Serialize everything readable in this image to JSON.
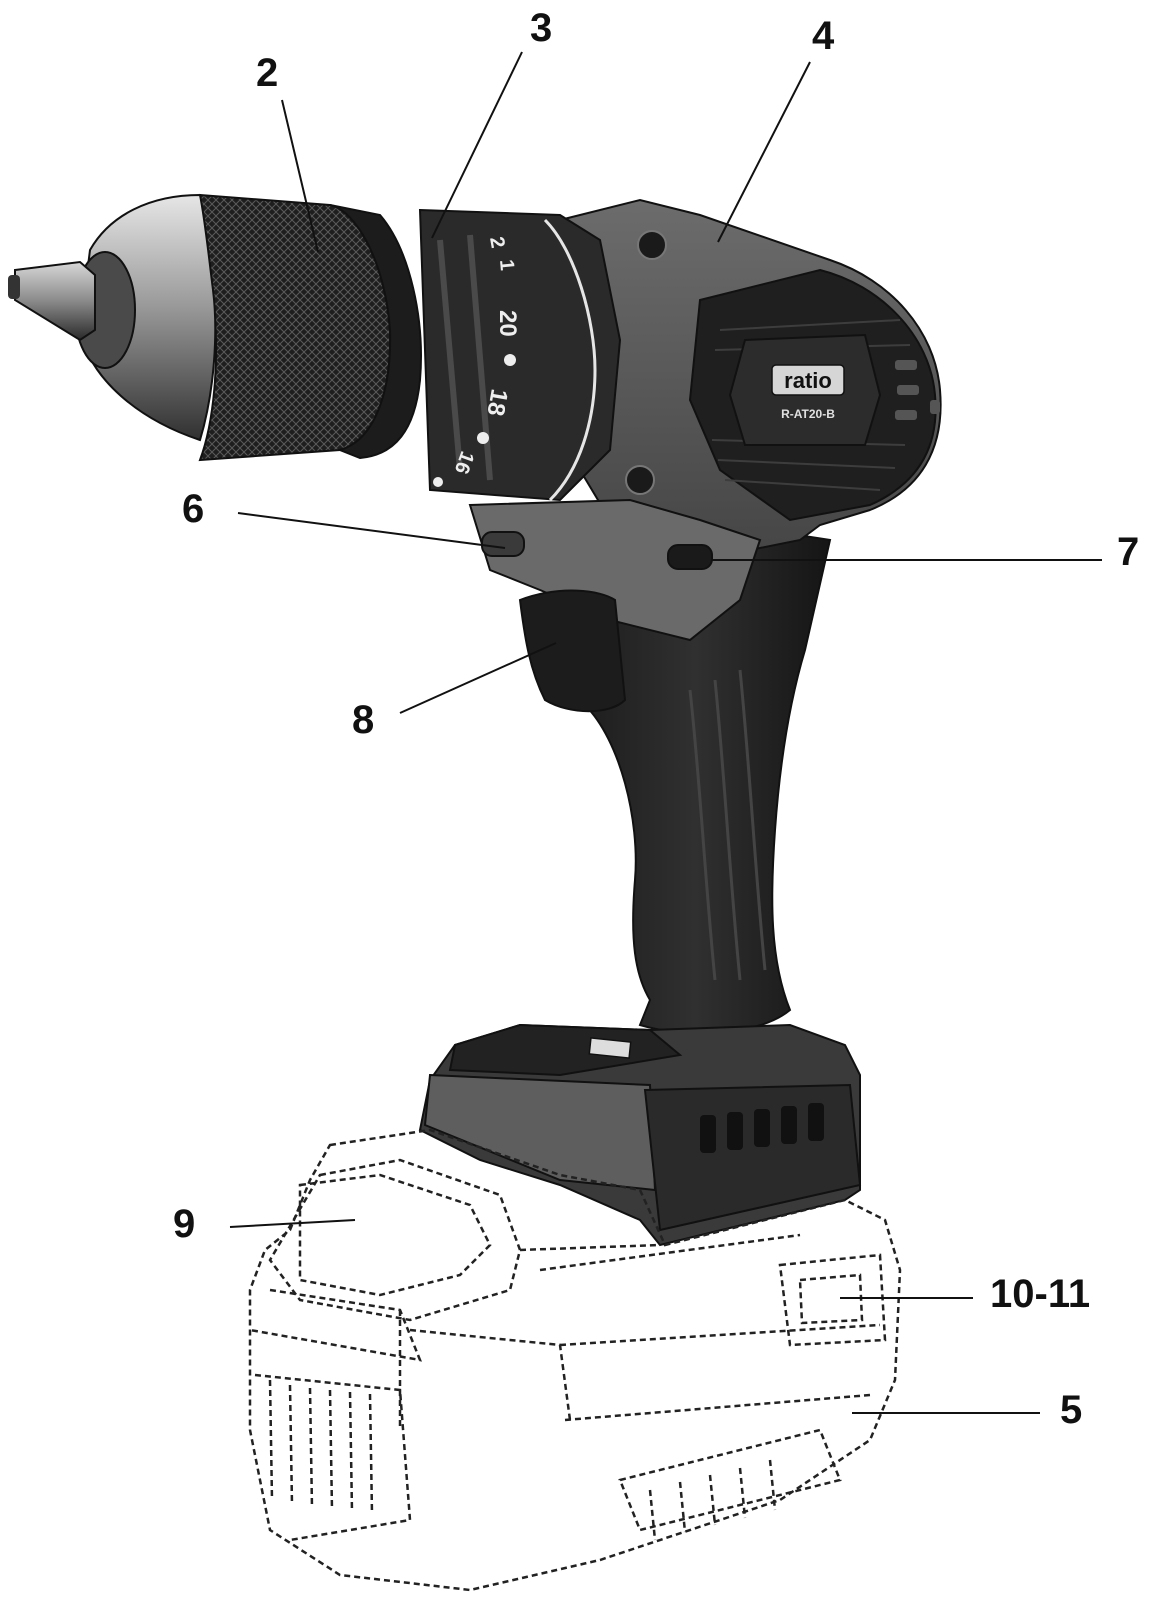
{
  "callouts": [
    {
      "id": "2",
      "label": "2"
    },
    {
      "id": "3",
      "label": "3"
    },
    {
      "id": "4",
      "label": "4"
    },
    {
      "id": "6",
      "label": "6"
    },
    {
      "id": "7",
      "label": "7"
    },
    {
      "id": "8",
      "label": "8"
    },
    {
      "id": "9",
      "label": "9"
    },
    {
      "id": "10-11",
      "label": "10-11"
    },
    {
      "id": "5",
      "label": "5"
    }
  ],
  "brand": {
    "logo_text": "ratio",
    "model": "R-AT20-B"
  },
  "collar_numbers": [
    "2",
    "1",
    "20",
    "18",
    "16"
  ]
}
